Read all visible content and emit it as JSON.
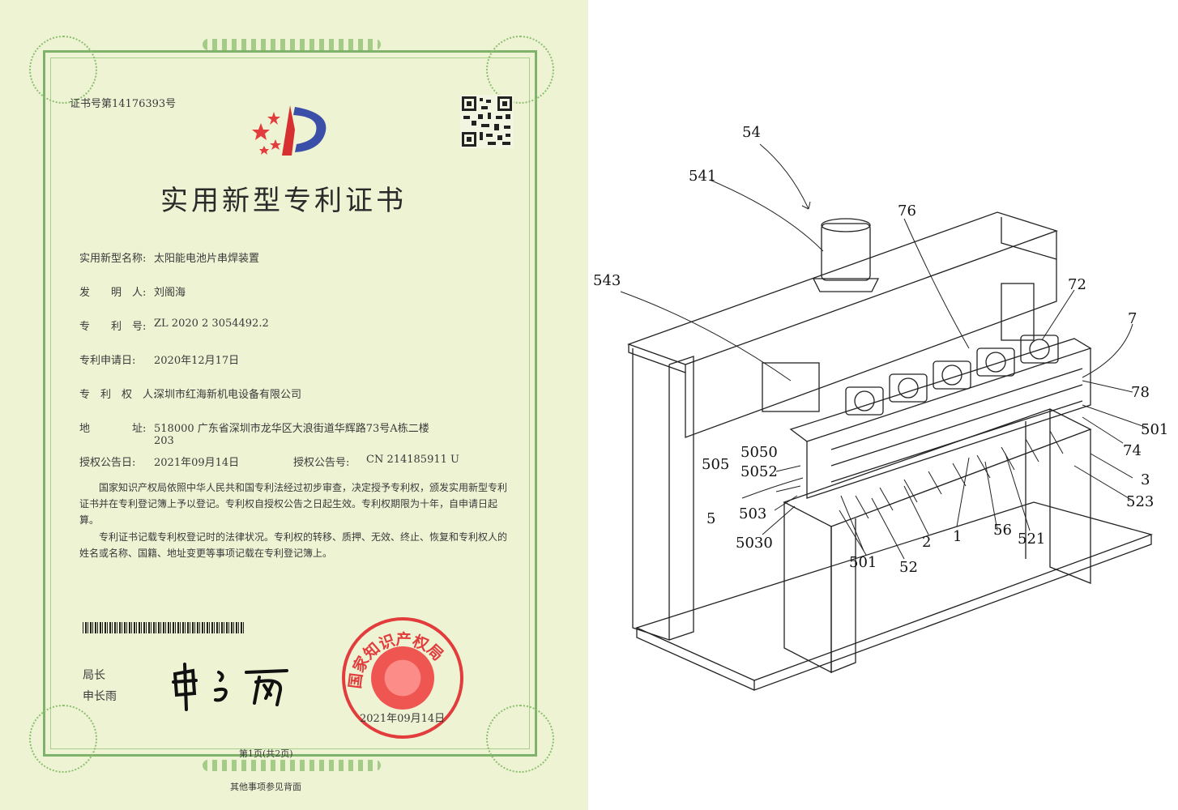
{
  "certificate": {
    "cert_number": "证书号第14176393号",
    "title": "实用新型专利证书",
    "fields": [
      {
        "label": "实用新型名称:",
        "value": "太阳能电池片串焊装置"
      },
      {
        "label": "发　　明　人:",
        "value": "刘阁海"
      },
      {
        "label": "专　　利　号:",
        "value": "ZL 2020 2 3054492.2"
      },
      {
        "label": "专利申请日:",
        "value": "2020年12月17日"
      },
      {
        "label": "专　利　权　人:",
        "value": "深圳市红海新机电设备有限公司"
      },
      {
        "label": "地　　　　址:",
        "value": "518000 广东省深圳市龙华区大浪街道华辉路73号A栋二楼",
        "value2": "203"
      }
    ],
    "grant_date_label": "授权公告日:",
    "grant_date_value": "2021年09月14日",
    "grant_no_label": "授权公告号:",
    "grant_no_value": "CN 214185911 U",
    "paragraph1": "国家知识产权局依照中华人民共和国专利法经过初步审查，决定授予专利权，颁发实用新型专利证书并在专利登记簿上予以登记。专利权自授权公告之日起生效。专利权期限为十年，自申请日起算。",
    "paragraph2": "专利证书记载专利权登记时的法律状况。专利权的转移、质押、无效、终止、恢复和专利权人的姓名或名称、国籍、地址变更等事项记载在专利登记簿上。",
    "director_title": "局长",
    "director_name": "申长雨",
    "signature": "申长雨",
    "seal_text": "国家知识产权局",
    "seal_date": "2021年09月14日",
    "page_info": "第1页(共2页)",
    "footer_note": "其他事项参见背面"
  },
  "drawing": {
    "labels": [
      "54",
      "541",
      "76",
      "543",
      "72",
      "7",
      "78",
      "501",
      "74",
      "3",
      "523",
      "505",
      "5050",
      "5052",
      "5",
      "503",
      "5030",
      "501",
      "52",
      "2",
      "1",
      "56",
      "521"
    ]
  }
}
